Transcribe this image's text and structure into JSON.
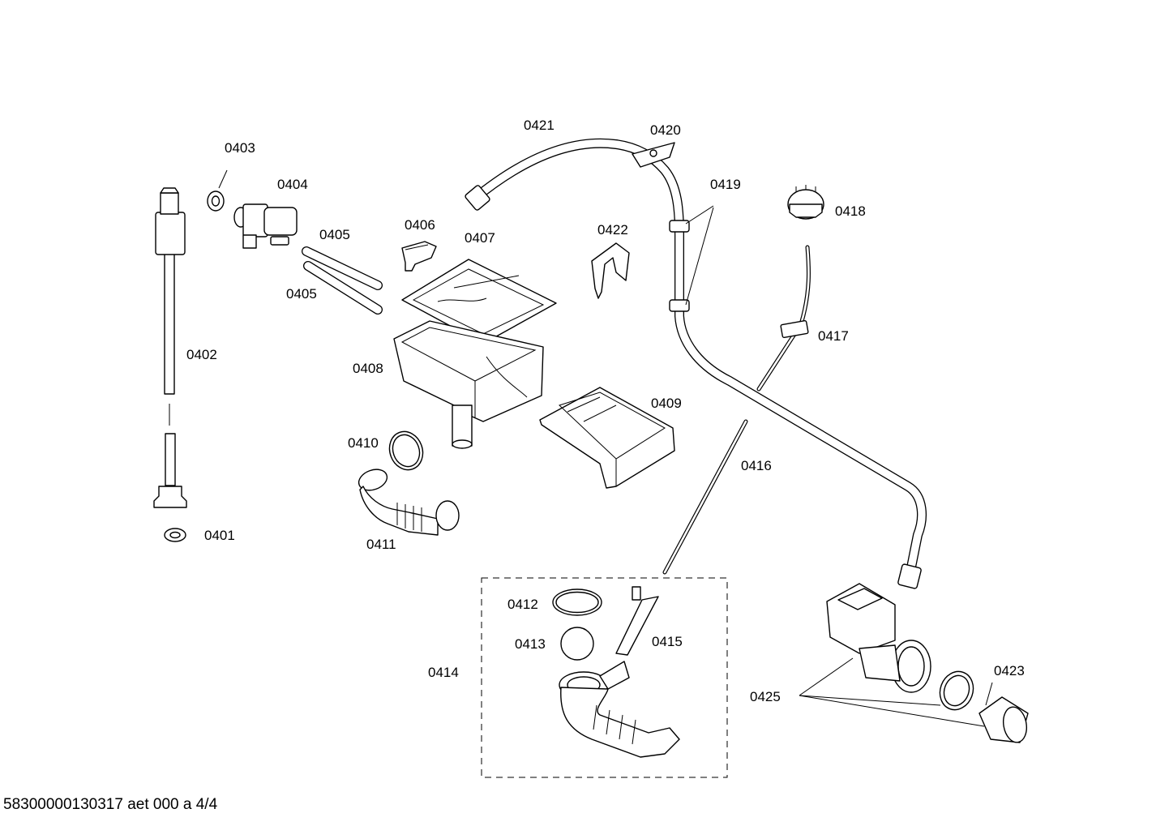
{
  "footer_text": "58300000130317 aet 000 a 4/4",
  "labels": {
    "p0401": "0401",
    "p0402": "0402",
    "p0403": "0403",
    "p0404": "0404",
    "p0405a": "0405",
    "p0405b": "0405",
    "p0406": "0406",
    "p0407": "0407",
    "p0408": "0408",
    "p0409": "0409",
    "p0410": "0410",
    "p0411": "0411",
    "p0412": "0412",
    "p0413": "0413",
    "p0414": "0414",
    "p0415": "0415",
    "p0416": "0416",
    "p0417": "0417",
    "p0418": "0418",
    "p0419": "0419",
    "p0420": "0420",
    "p0421": "0421",
    "p0422": "0422",
    "p0423": "0423",
    "p0425": "0425"
  }
}
